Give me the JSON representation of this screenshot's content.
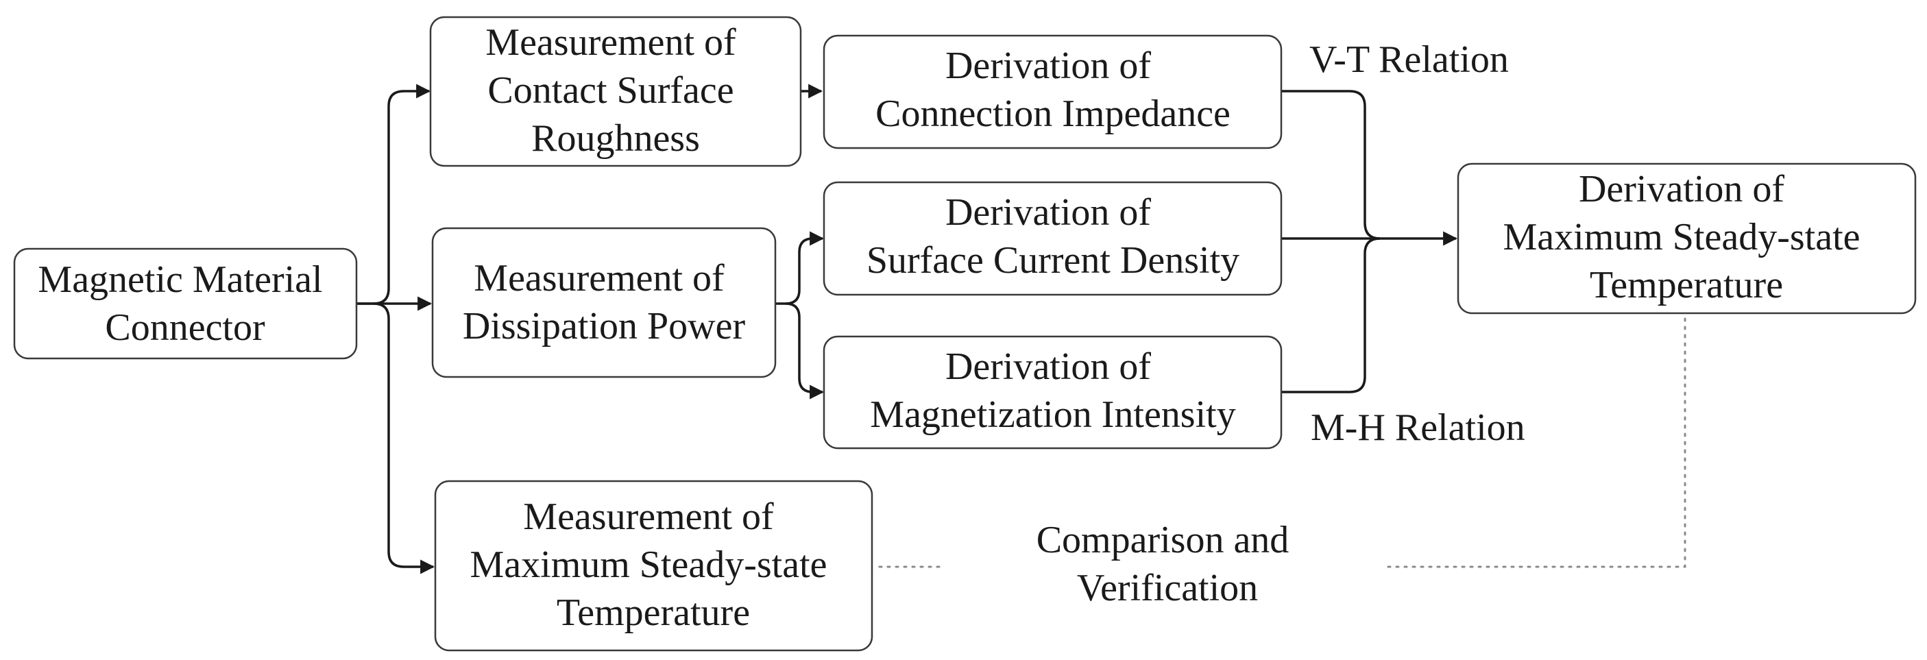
{
  "nodes": {
    "connector": {
      "lines": [
        "Magnetic Material",
        "Connector"
      ]
    },
    "roughness": {
      "lines": [
        "Measurement of",
        "Contact Surface",
        "Roughness"
      ]
    },
    "dissipation": {
      "lines": [
        "Measurement of",
        "Dissipation Power"
      ]
    },
    "measured_temp": {
      "lines": [
        "Measurement of",
        "Maximum Steady-state",
        "Temperature"
      ]
    },
    "impedance": {
      "lines": [
        "Derivation of",
        "Connection Impedance"
      ]
    },
    "current_density": {
      "lines": [
        "Derivation of",
        "Surface Current Density"
      ]
    },
    "magnetization": {
      "lines": [
        "Derivation of",
        "Magnetization Intensity"
      ]
    },
    "derived_temp": {
      "lines": [
        "Derivation of",
        "Maximum Steady-state",
        "Temperature"
      ]
    }
  },
  "labels": {
    "vt_relation": "V-T Relation",
    "mh_relation": "M-H Relation"
  },
  "comparison": {
    "lines": [
      "Comparison and",
      "Verification"
    ]
  }
}
